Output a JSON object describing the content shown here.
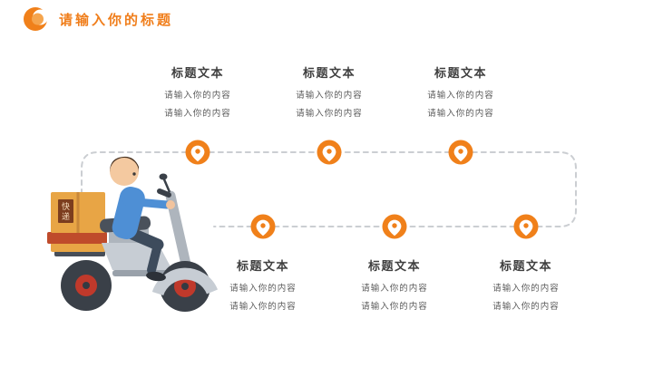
{
  "header": {
    "title": "请输入你的标题"
  },
  "items_top": [
    {
      "title": "标题文本",
      "lines": [
        "请输入你的内容",
        "请输入你的内容"
      ]
    },
    {
      "title": "标题文本",
      "lines": [
        "请输入你的内容",
        "请输入你的内容"
      ]
    },
    {
      "title": "标题文本",
      "lines": [
        "请输入你的内容",
        "请输入你的内容"
      ]
    }
  ],
  "items_bottom": [
    {
      "title": "标题文本",
      "lines": [
        "请输入你的内容",
        "请输入你的内容"
      ]
    },
    {
      "title": "标题文本",
      "lines": [
        "请输入你的内容",
        "请输入你的内容"
      ]
    },
    {
      "title": "标题文本",
      "lines": [
        "请输入你的内容",
        "请输入你的内容"
      ]
    }
  ],
  "illustration": {
    "box_label_char1": "快",
    "box_label_char2": "递"
  },
  "colors": {
    "accent": "#F07E1B",
    "pin": "#F0801A",
    "dashed_line": "#CBCED2",
    "shirt_blue": "#4E8FD5",
    "box_orange": "#E8A545"
  }
}
